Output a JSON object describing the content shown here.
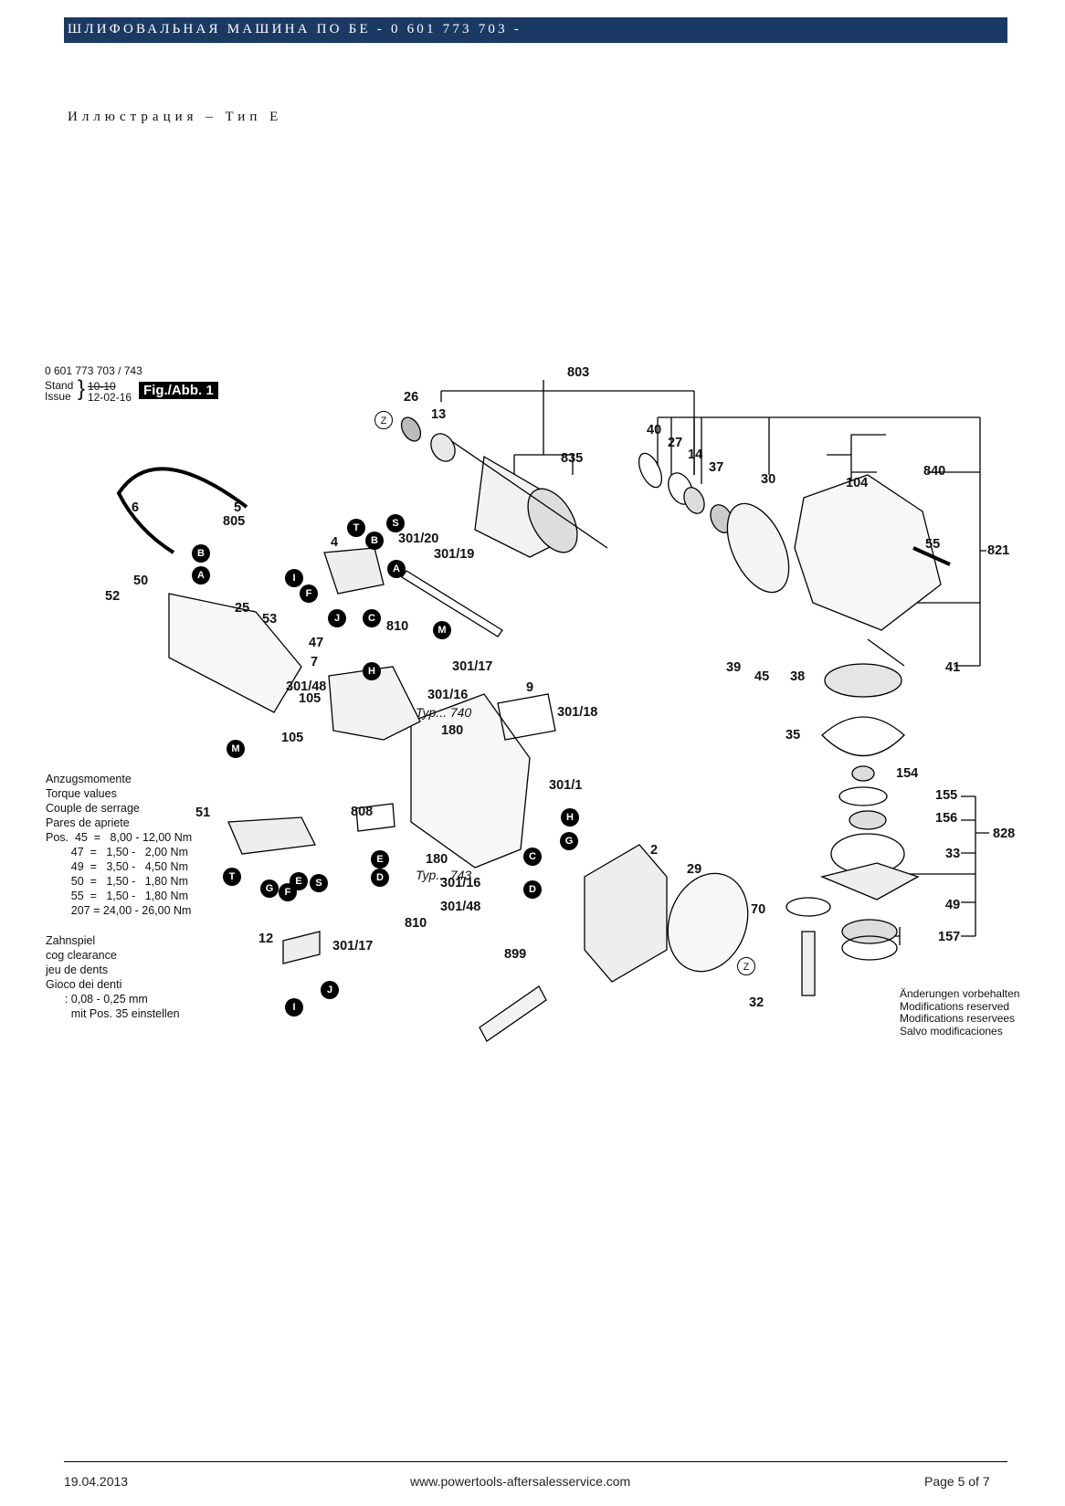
{
  "header": {
    "title": "ШЛИФОВАЛЬНАЯ МАШИНА ПО БЕ - 0 601 773 703 -"
  },
  "subtitle": "Иллюстрация – Тип E",
  "drawing": {
    "doc_code": "0 601 773 703 / 743",
    "stand_label": "Stand",
    "issue_label": "Issue",
    "stand_old": "10-10",
    "issue_date": "12-02-16",
    "figure_badge": "Fig./Abb. 1",
    "part_labels": [
      "803",
      "26",
      "13",
      "835",
      "40",
      "27",
      "14",
      "37",
      "30",
      "840",
      "104",
      "821",
      "55",
      "6",
      "5",
      "805",
      "4",
      "301/20",
      "301/19",
      "50",
      "52",
      "25",
      "53",
      "47",
      "7",
      "810",
      "301/17",
      "301/48",
      "301/16",
      "105",
      "105",
      "9",
      "301/18",
      "180",
      "301/1",
      "39",
      "45",
      "38",
      "41",
      "35",
      "154",
      "155",
      "156",
      "828",
      "33",
      "49",
      "157",
      "70",
      "32",
      "2",
      "29",
      "808",
      "180",
      "301/16",
      "301/48",
      "810",
      "301/17",
      "899",
      "51",
      "12"
    ],
    "type_labels": [
      "Typ... 740",
      "Typ... 743"
    ],
    "connector_labels": [
      "B",
      "A",
      "T",
      "S",
      "B",
      "A",
      "I",
      "F",
      "J",
      "C",
      "M",
      "H",
      "M",
      "T",
      "G",
      "F",
      "E",
      "S",
      "E",
      "D",
      "H",
      "G",
      "C",
      "D",
      "I",
      "J"
    ],
    "z_marks": [
      "Z",
      "Z"
    ]
  },
  "torque_note": {
    "lines": [
      "Anzugsmomente",
      "Torque values",
      "Couple de serrage",
      "Pares de apriete"
    ],
    "rows": [
      {
        "pos": "45",
        "value": "8,00 - 12,00 Nm"
      },
      {
        "pos": "47",
        "value": "1,50 - 2,00 Nm"
      },
      {
        "pos": "49",
        "value": "3,50 - 4,50 Nm"
      },
      {
        "pos": "50",
        "value": "1,50 - 1,80 Nm"
      },
      {
        "pos": "55",
        "value": "1,50 - 1,80 Nm"
      },
      {
        "pos": "207",
        "value": "24,00 - 26,00 Nm"
      }
    ],
    "pos_prefix": "Pos."
  },
  "torque_text": "Anzugsmomente\nTorque values\nCouple de serrage\nPares de apriete\nPos.  45  =   8,00 - 12,00 Nm\n        47  =   1,50 -   2,00 Nm\n        49  =   3,50 -   4,50 Nm\n        50  =   1,50 -   1,80 Nm\n        55  =   1,50 -   1,80 Nm\n        207 = 24,00 - 26,00 Nm",
  "cog_text": "Zahnspiel\ncog clearance\njeu de dents\nGioco dei denti\n      : 0,08 - 0,25 mm\n        mit Pos. 35 einstellen",
  "modifications_text": "Änderungen vorbehalten\nModifications reserved\nModifications reservees\nSalvo modificaciones",
  "footer": {
    "date": "19.04.2013",
    "url": "www.powertools-aftersalesservice.com",
    "page": "Page 5 of 7"
  }
}
